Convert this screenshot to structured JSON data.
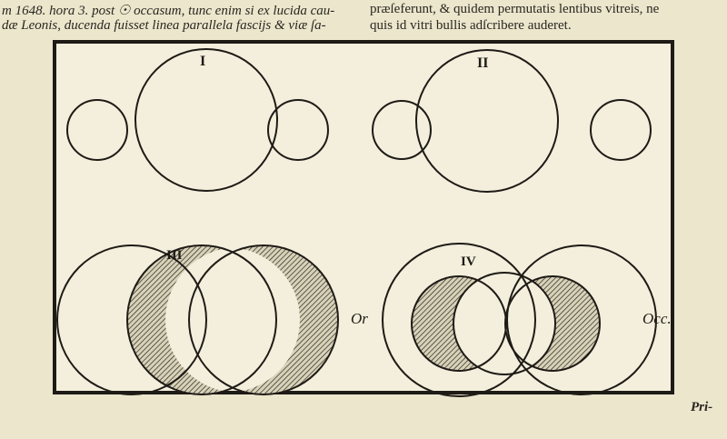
{
  "left_column": [
    "m 1648. hora 3. post ☉ occasum, tunc enim si ex lucida cau-",
    "dæ Leonis, ducenda fuisset linea parallela fascijs & viæ ſa-"
  ],
  "right_column": [
    "præſeferunt, & quidem permutatis lentibus vitreis, ne",
    "quis id vitri bullis adſcribere auderet."
  ],
  "figure": {
    "labels": [
      "I",
      "II",
      "III",
      "IV"
    ],
    "side_left": "Or",
    "side_right": "Occ."
  },
  "catchword": "Pri-",
  "colors": {
    "paper": "#ebe6cc",
    "ink": "#1e1a16"
  }
}
